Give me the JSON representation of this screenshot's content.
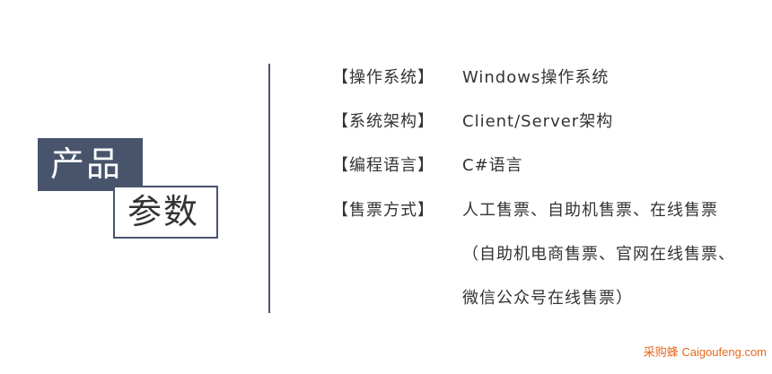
{
  "title": {
    "line1": "产品",
    "line2": "参数"
  },
  "params": [
    {
      "key": "【操作系统】",
      "value": "Windows操作系统"
    },
    {
      "key": "【系统架构】",
      "value": "Client/Server架构"
    },
    {
      "key": "【编程语言】",
      "value": "C#语言"
    },
    {
      "key": "【售票方式】",
      "value": "人工售票、自助机售票、在线售票"
    }
  ],
  "continuation": [
    "（自助机电商售票、官网在线售票、",
    "微信公众号在线售票）"
  ],
  "watermark": "采购蜂 Caigoufeng.com",
  "colors": {
    "accent": "#47546b",
    "text": "#333333",
    "watermark": "#e8661c"
  }
}
